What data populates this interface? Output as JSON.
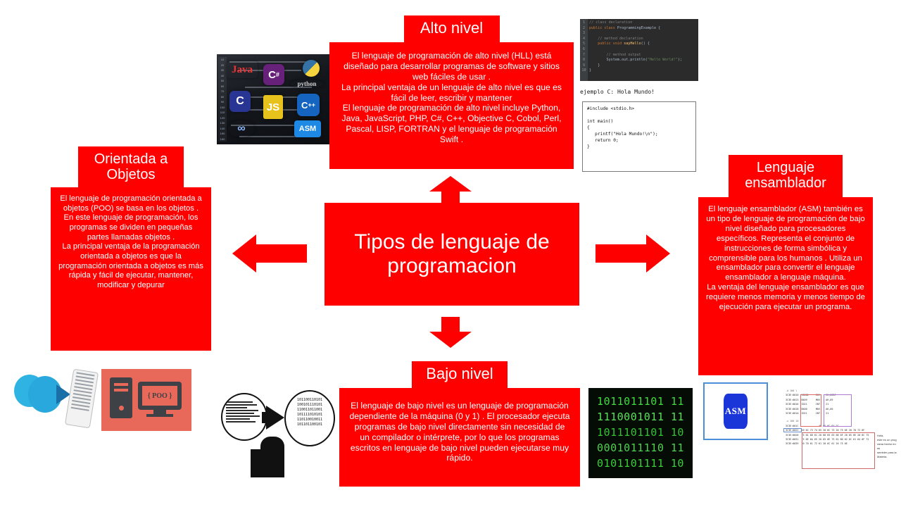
{
  "center": {
    "title": "Tipos de lenguaje de programacion",
    "color": "#FF0000"
  },
  "cards": {
    "alto_nivel": {
      "title": "Alto nivel",
      "body": "El lenguaje de programación de alto nivel (HLL) está diseñado para desarrollar programas de software y sitios web fáciles de usar .\nLa principal ventaja de un lenguaje de alto nivel es que es fácil de leer, escribir y mantener\nEl lenguaje de programación de alto nivel incluye Python, Java, JavaScript, PHP, C#, C++, Objective C, Cobol, Perl, Pascal, LISP, FORTRAN y el lenguaje de programación Swift ."
    },
    "orientada_objetos": {
      "title": "Orientada a Objetos",
      "body": "El lenguaje de programación orientada a objetos (POO) se basa en los objetos . En este lenguaje de programación, los programas se dividen en pequeñas partes llamadas objetos .\nLa principal ventaja de la programación orientada a objetos es que la programación orientada a objetos es más rápida y fácil de ejecutar, mantener, modificar y depurar"
    },
    "ensamblador": {
      "title": "Lenguaje ensamblador",
      "body": "El lenguaje ensamblador (ASM) también es un tipo de lenguaje de programación de bajo nivel diseñado para procesadores específicos. Representa el conjunto de instrucciones de forma simbólica y comprensible para los humanos . Utiliza un ensamblador para convertir el lenguaje ensamblador a lenguaje máquina.\nLa ventaja del lenguaje ensamblador es que requiere menos memoria y menos tiempo de ejecución para ejecutar un programa."
    },
    "bajo_nivel": {
      "title": "Bajo nivel",
      "body": "El lenguaje de bajo nivel es un lenguaje de programación dependiente de la máquina (0 y 1) . El procesador ejecuta programas de bajo nivel directamente sin necesidad de un compilador o intérprete, por lo que los programas escritos en lenguaje de bajo nivel pueden ejecutarse muy rápido."
    }
  },
  "arrows": {
    "up": "arrow-up",
    "down": "arrow-down",
    "left": "arrow-left",
    "right": "arrow-right"
  },
  "images": {
    "languages_collage": {
      "caption": "languages-collage",
      "logos": [
        "Java",
        "C#",
        "python",
        "C",
        "JS",
        "C++",
        ".NET",
        "ASM"
      ]
    },
    "java_code": {
      "line_numbers": "1\n2\n3\n4\n5\n6\n7\n8\n9\n10",
      "lines": [
        "// class declaration",
        "public class ProgrammingExample {",
        "",
        "    // method declaration",
        "    public void sayHello() {",
        "",
        "        // method output",
        "        System.out.println(\"Hello World!\");",
        "    }",
        "}"
      ]
    },
    "c_example": {
      "label": "ejemplo C: Hola Mundo!",
      "code": "#include <stdio.h>\n\nint main()\n{\n   printf(\"Hola Mundo!\\n\");\n   return 0;\n}"
    },
    "binary_matrix": {
      "rows": [
        "1011011101 11",
        "1110001011 11",
        "1011101101 10",
        "0001011110 11",
        "0101101111 10"
      ]
    },
    "asm_logo": {
      "label": "ASM"
    },
    "poo_illustration": {
      "label": "{ POO }"
    },
    "compile_diagram": {
      "source_caption": "source-code-bubble",
      "binary_lines": [
        "101100110101",
        "100101110101",
        "110011011001",
        "101111010101",
        "110110010011",
        "101101100101"
      ]
    },
    "hexdump": {
      "rows": [
        "3C3E:0010  90002     M0V    CX,002C",
        "3C3E:0013  B409      M0V    AH,09",
        "3C3E:0016  CD21      INT    21",
        "3C3E:0018  B400      M0V    AH,00",
        "3C3E:001A  CD21      INT    21",
        "3C3E:001C              48 6F 6C 61 2C",
        "3C3E:0022  20 6C 73 74 65 20 6C 73 20 75 6E 20 70 72 6F",
        "3C3E:0028  75 61 6D 61 20 68 65 63 68 6F 20 65 6E 20 6C 75",
        "3C3E:0031  75 6E 6A 65 20 65 6E 73 61 6D 62 6C 61 64 6F 72",
        "3C3E:0039  20 70 61 72 61 20 6C 61 20 75 6E"
      ],
      "note": "Hola,\neste es un prog\nrama hecho en as\nsembler para la\nMateria."
    }
  }
}
